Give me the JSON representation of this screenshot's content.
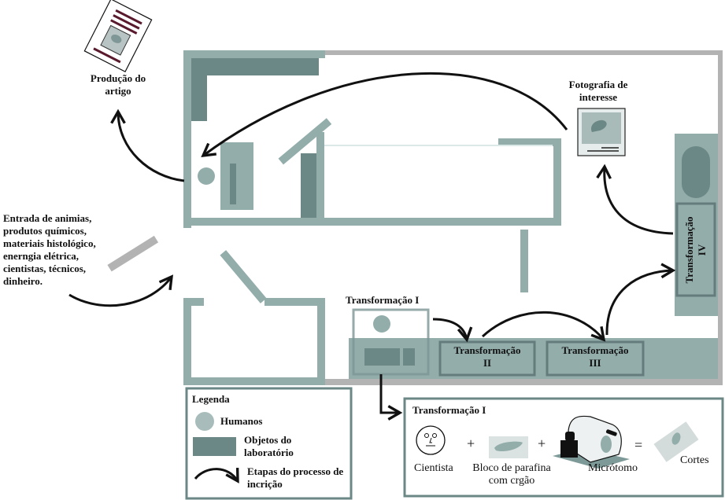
{
  "diagram": {
    "title": "Laboratório de histologia - fluxo de inscrição",
    "labels": {
      "producao_artigo": "Produção do artigo",
      "fotografia_interesse": "Fotografia de interesse",
      "entrada": [
        "Entrada de animias,",
        "produtos químicos,",
        "materiais histológico,",
        "enerngia elétrica,",
        "cientistas, técnicos,",
        "dinheiro."
      ],
      "transformacao_1": "Transformação I",
      "transformacao_2": [
        "Transformação",
        "II"
      ],
      "transformacao_3": [
        "Transformação",
        "III"
      ],
      "transformacao_4": [
        "Transformação",
        "IV"
      ]
    },
    "legend": {
      "title": "Legenda",
      "items": [
        {
          "icon": "human-circle-icon",
          "label": "Humanos"
        },
        {
          "icon": "lab-object-rect-icon",
          "label": "Objetos do laboratório"
        },
        {
          "icon": "process-arrow-icon",
          "label": "Etapas do processo de incrição"
        }
      ]
    },
    "detail": {
      "title": "Transformação I",
      "items": [
        {
          "icon": "scientist-face-icon",
          "label": "Cientista"
        },
        {
          "operator": "+"
        },
        {
          "icon": "paraffin-block-icon",
          "label": "Bloco de parafina com crgão"
        },
        {
          "operator": "+"
        },
        {
          "icon": "microtome-icon",
          "label": "Micrótomo"
        },
        {
          "operator": "="
        },
        {
          "icon": "tissue-slice-icon",
          "label": "Cortes"
        }
      ]
    },
    "colors": {
      "wall": "#93adab",
      "object": "#6b8886",
      "outer_wall": "#b3b3b3",
      "arrow": "#111111",
      "arrowhead_accent": "#5b1530"
    }
  }
}
